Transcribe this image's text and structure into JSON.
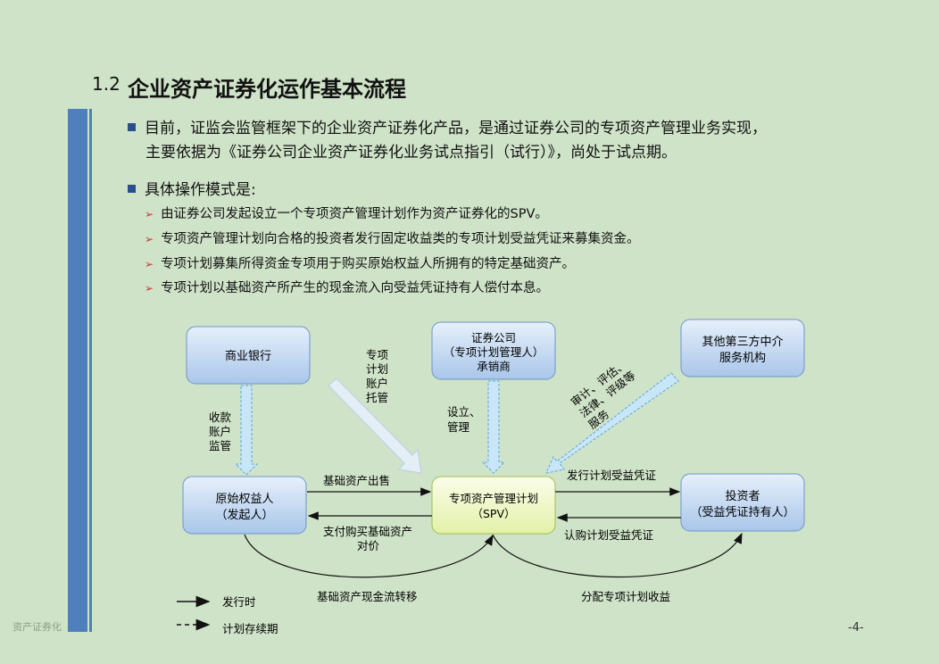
{
  "title": {
    "number": "1.2",
    "text": "企业资产证券化运作基本流程"
  },
  "bullets": {
    "b1_line1": "目前，证监会监管框架下的企业资产证券化产品，是通过证券公司的专项资产管理业务实现，",
    "b1_line2": "主要依据为《证券公司企业资产证券化业务试点指引（试行）》，尚处于试点期。",
    "b2": "具体操作模式是:",
    "sub": [
      "由证券公司发起设立一个专项资产管理计划作为资产证券化的SPV。",
      "专项资产管理计划向合格的投资者发行固定收益类的专项计划受益凭证来募集资金。",
      "专项计划募集所得资金专项用于购买原始权益人所拥有的特定基础资产。",
      "专项计划以基础资产所产生的现金流入向受益凭证持有人偿付本息。"
    ]
  },
  "diagram": {
    "bank": "商业银行",
    "broker_l1": "证券公司",
    "broker_l2": "（专项计划管理人）",
    "broker_l3": "承销商",
    "third_l1": "其他第三方中介",
    "third_l2": "服务机构",
    "orig_l1": "原始权益人",
    "orig_l2": "（发起人）",
    "spv_l1": "专项资产管理计划",
    "spv_l2": "（SPV）",
    "inv_l1": "投资者",
    "inv_l2": "（受益凭证持有人）",
    "lbl_custody": [
      "专项",
      "计划",
      "账户",
      "托管"
    ],
    "lbl_collect": [
      "收款",
      "账户",
      "监管"
    ],
    "lbl_setup": [
      "设立、",
      "管理"
    ],
    "lbl_audit": [
      "审计、评估、",
      "法律、评级等",
      "服务"
    ],
    "lbl_sell": "基础资产出售",
    "lbl_pay_l1": "支付购买基础资产",
    "lbl_pay_l2": "对价",
    "lbl_issue": "发行计划受益凭证",
    "lbl_sub": "认购计划受益凭证",
    "lbl_cashflow": "基础资产现金流转移",
    "lbl_dist": "分配专项计划收益",
    "legend_solid": "发行时",
    "legend_dash": "计划存续期"
  },
  "footer": {
    "left": "资产证券化",
    "page": "-4-"
  },
  "colors": {
    "box_blue": "#c7dcf3",
    "box_green": "#f1f8cf",
    "accent_bar": "#4f7fbd"
  }
}
